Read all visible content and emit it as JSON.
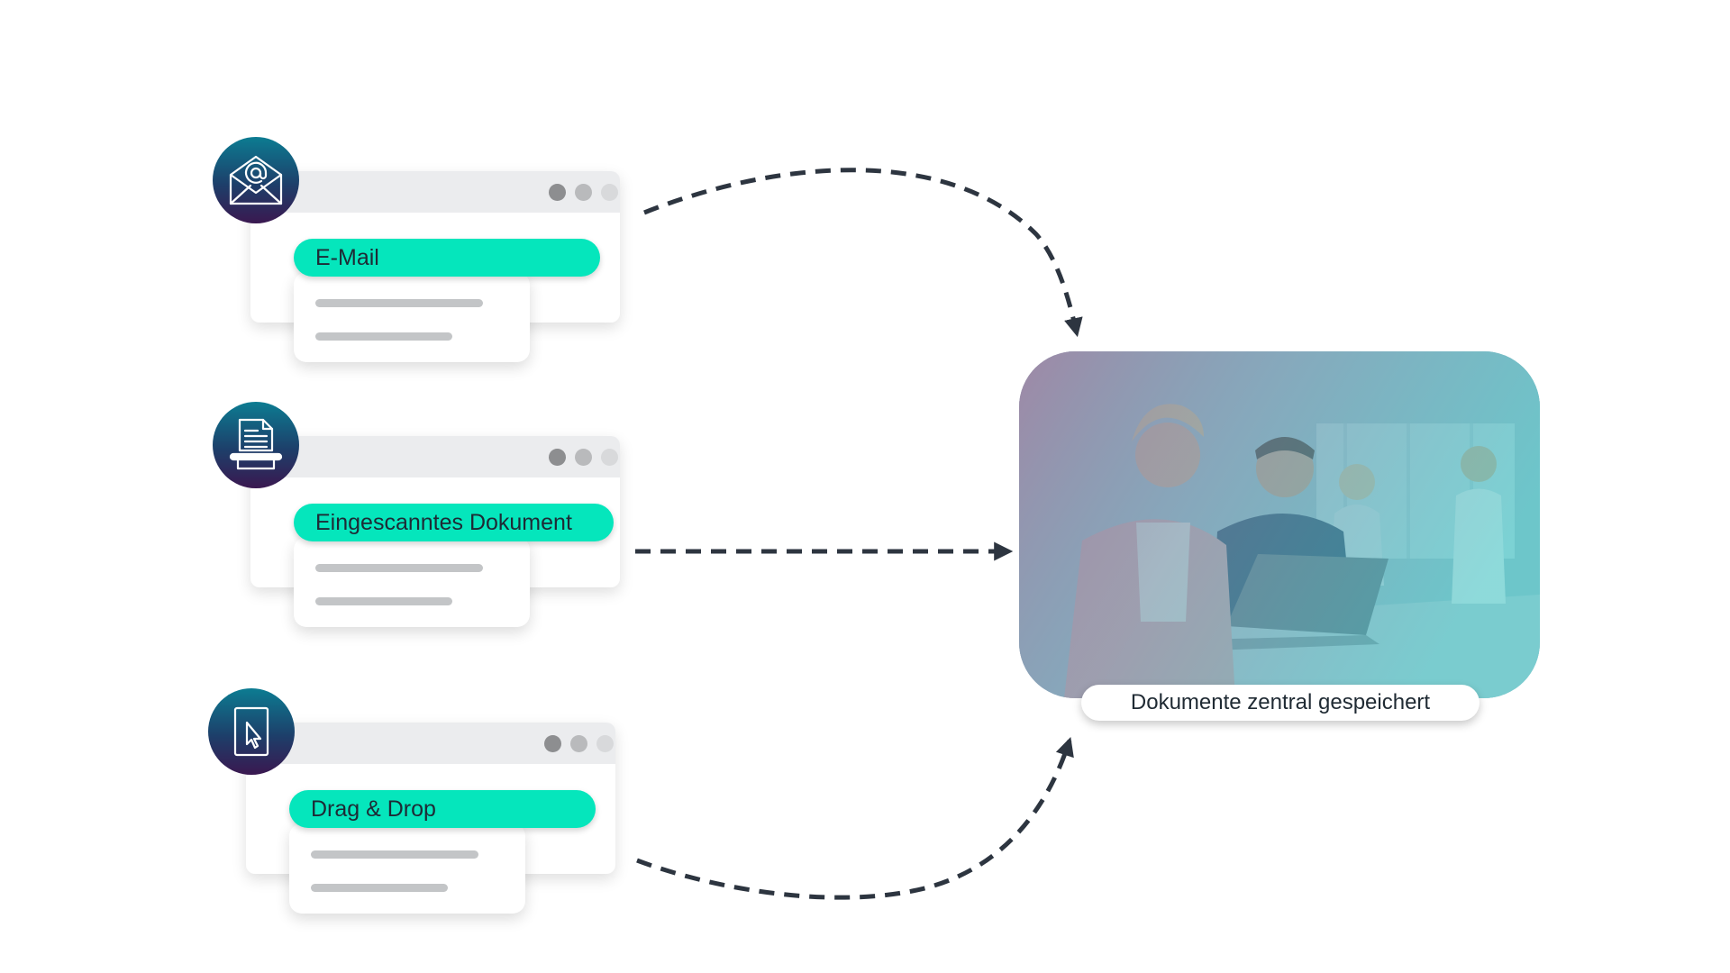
{
  "sources": [
    {
      "label": "E-Mail",
      "icon": "envelope-at-icon"
    },
    {
      "label": "Eingescanntes Dokument",
      "icon": "scanner-document-icon"
    },
    {
      "label": "Drag & Drop",
      "icon": "tablet-cursor-icon"
    }
  ],
  "target": {
    "caption": "Dokumente zentral gespeichert",
    "image": "office-team-photo"
  },
  "colors": {
    "pill": "#05e6bc",
    "arrow": "#2d3540",
    "icon_gradient_top": "#0c7c92",
    "icon_gradient_bottom": "#3a1850",
    "photo_overlay_left": "#8a6f93",
    "photo_overlay_right": "#43c2c2"
  }
}
